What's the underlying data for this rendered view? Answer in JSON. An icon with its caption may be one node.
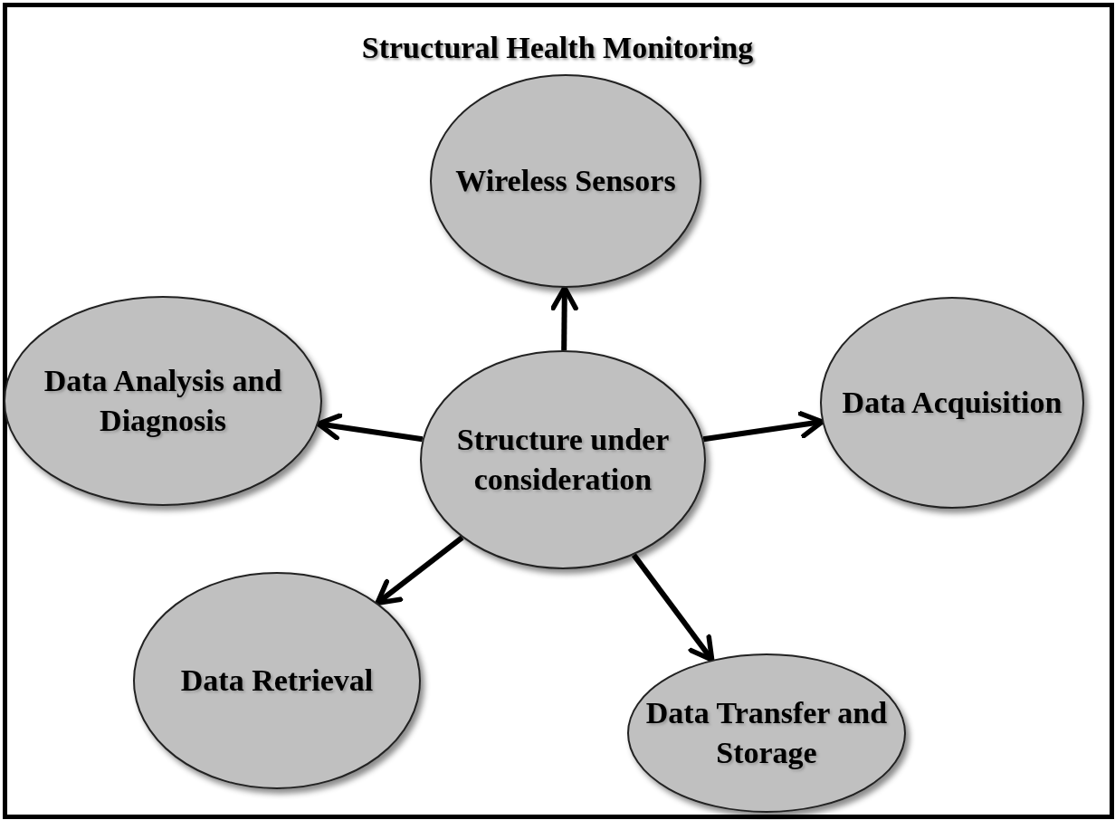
{
  "diagram": {
    "title": "Structural Health Monitoring",
    "nodes": [
      {
        "text": [
          "Wireless Sensors"
        ]
      },
      {
        "text": [
          "Data Analysis and Diagnosis"
        ]
      },
      {
        "text": [
          "Structure under consideration"
        ]
      },
      {
        "text": [
          "Data Acquisition"
        ]
      },
      {
        "text": [
          "Data Retrieval"
        ]
      },
      {
        "text": [
          "Data Transfer and Storage"
        ]
      }
    ],
    "edges": [
      {
        "from": 2,
        "to": 0,
        "arrow": "to"
      },
      {
        "from": 2,
        "to": 3,
        "arrow": "to"
      },
      {
        "from": 2,
        "to": 5,
        "arrow": "to"
      },
      {
        "from": 2,
        "to": 4,
        "arrow": "to"
      },
      {
        "from": 2,
        "to": 1,
        "arrow": "to"
      }
    ]
  }
}
